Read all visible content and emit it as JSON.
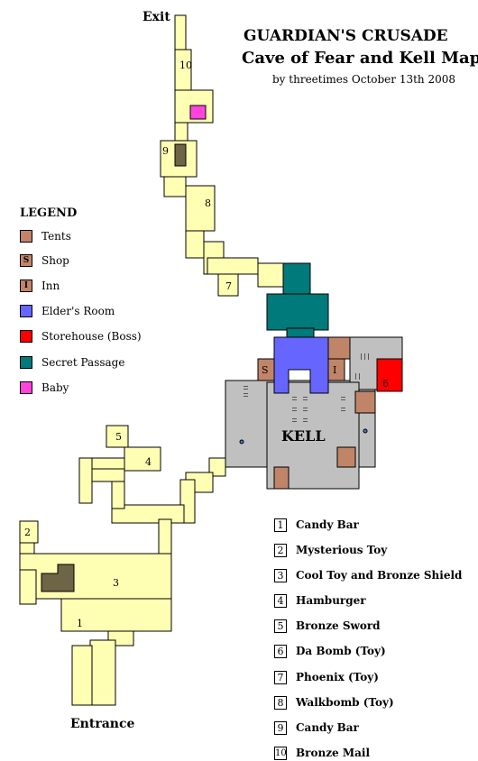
{
  "title": "GUARDIAN'S CRUSADE",
  "subtitle": "Cave of Fear and Kell Map",
  "byline": "by threetimes October 13th 2008",
  "labels": {
    "exit": "Exit",
    "entrance": "Entrance",
    "town": "KELL"
  },
  "legend": {
    "heading": "LEGEND",
    "items": [
      {
        "label": "Tents",
        "color": "#c08568",
        "letter": ""
      },
      {
        "label": "Shop",
        "color": "#c08568",
        "letter": "S"
      },
      {
        "label": "Inn",
        "color": "#c08568",
        "letter": "I"
      },
      {
        "label": "Elder's Room",
        "color": "#6666ff",
        "letter": ""
      },
      {
        "label": "Storehouse (Boss)",
        "color": "#ff0000",
        "letter": ""
      },
      {
        "label": "Secret Passage",
        "color": "#007a7a",
        "letter": ""
      },
      {
        "label": "Baby",
        "color": "#ff44dd",
        "letter": ""
      }
    ]
  },
  "items": [
    {
      "num": "1",
      "name": "Candy Bar"
    },
    {
      "num": "2",
      "name": "Mysterious Toy"
    },
    {
      "num": "3",
      "name": "Cool Toy and Bronze Shield"
    },
    {
      "num": "4",
      "name": "Hamburger"
    },
    {
      "num": "5",
      "name": "Bronze Sword"
    },
    {
      "num": "6",
      "name": "Da Bomb (Toy)"
    },
    {
      "num": "7",
      "name": "Phoenix (Toy)"
    },
    {
      "num": "8",
      "name": "Walkbomb (Toy)"
    },
    {
      "num": "9",
      "name": "Candy Bar"
    },
    {
      "num": "10",
      "name": "Bronze Mail"
    }
  ],
  "map_markers": {
    "m1": "1",
    "m2": "2",
    "m3": "3",
    "m4": "4",
    "m5": "5",
    "m6": "6",
    "m7": "7",
    "m8": "8",
    "m9": "9",
    "m10": "10",
    "shop": "S",
    "inn": "I"
  },
  "colors": {
    "cave": "#ffffb4",
    "town": "#c0c0c0",
    "dark": "#6e6446",
    "tent": "#c08568",
    "elder": "#6666ff",
    "boss": "#ff0000",
    "secret": "#007a7a",
    "baby": "#ff44dd"
  }
}
